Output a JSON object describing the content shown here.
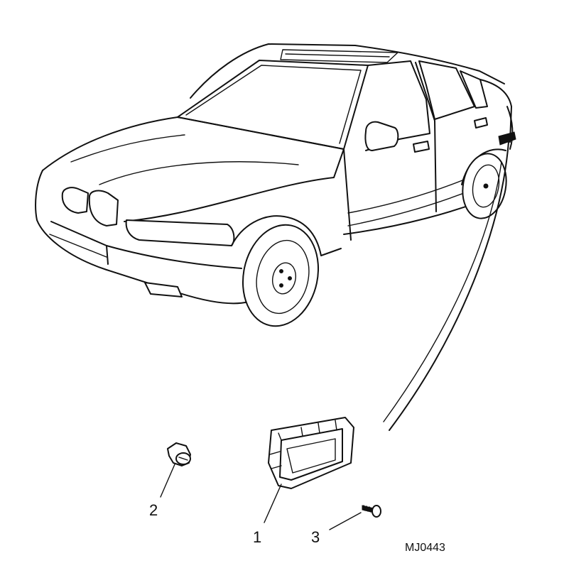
{
  "diagram": {
    "callouts": [
      {
        "number": "1",
        "part": "bracket"
      },
      {
        "number": "2",
        "part": "clip"
      },
      {
        "number": "3",
        "part": "screw"
      }
    ],
    "figure_reference": "MJ0443"
  }
}
